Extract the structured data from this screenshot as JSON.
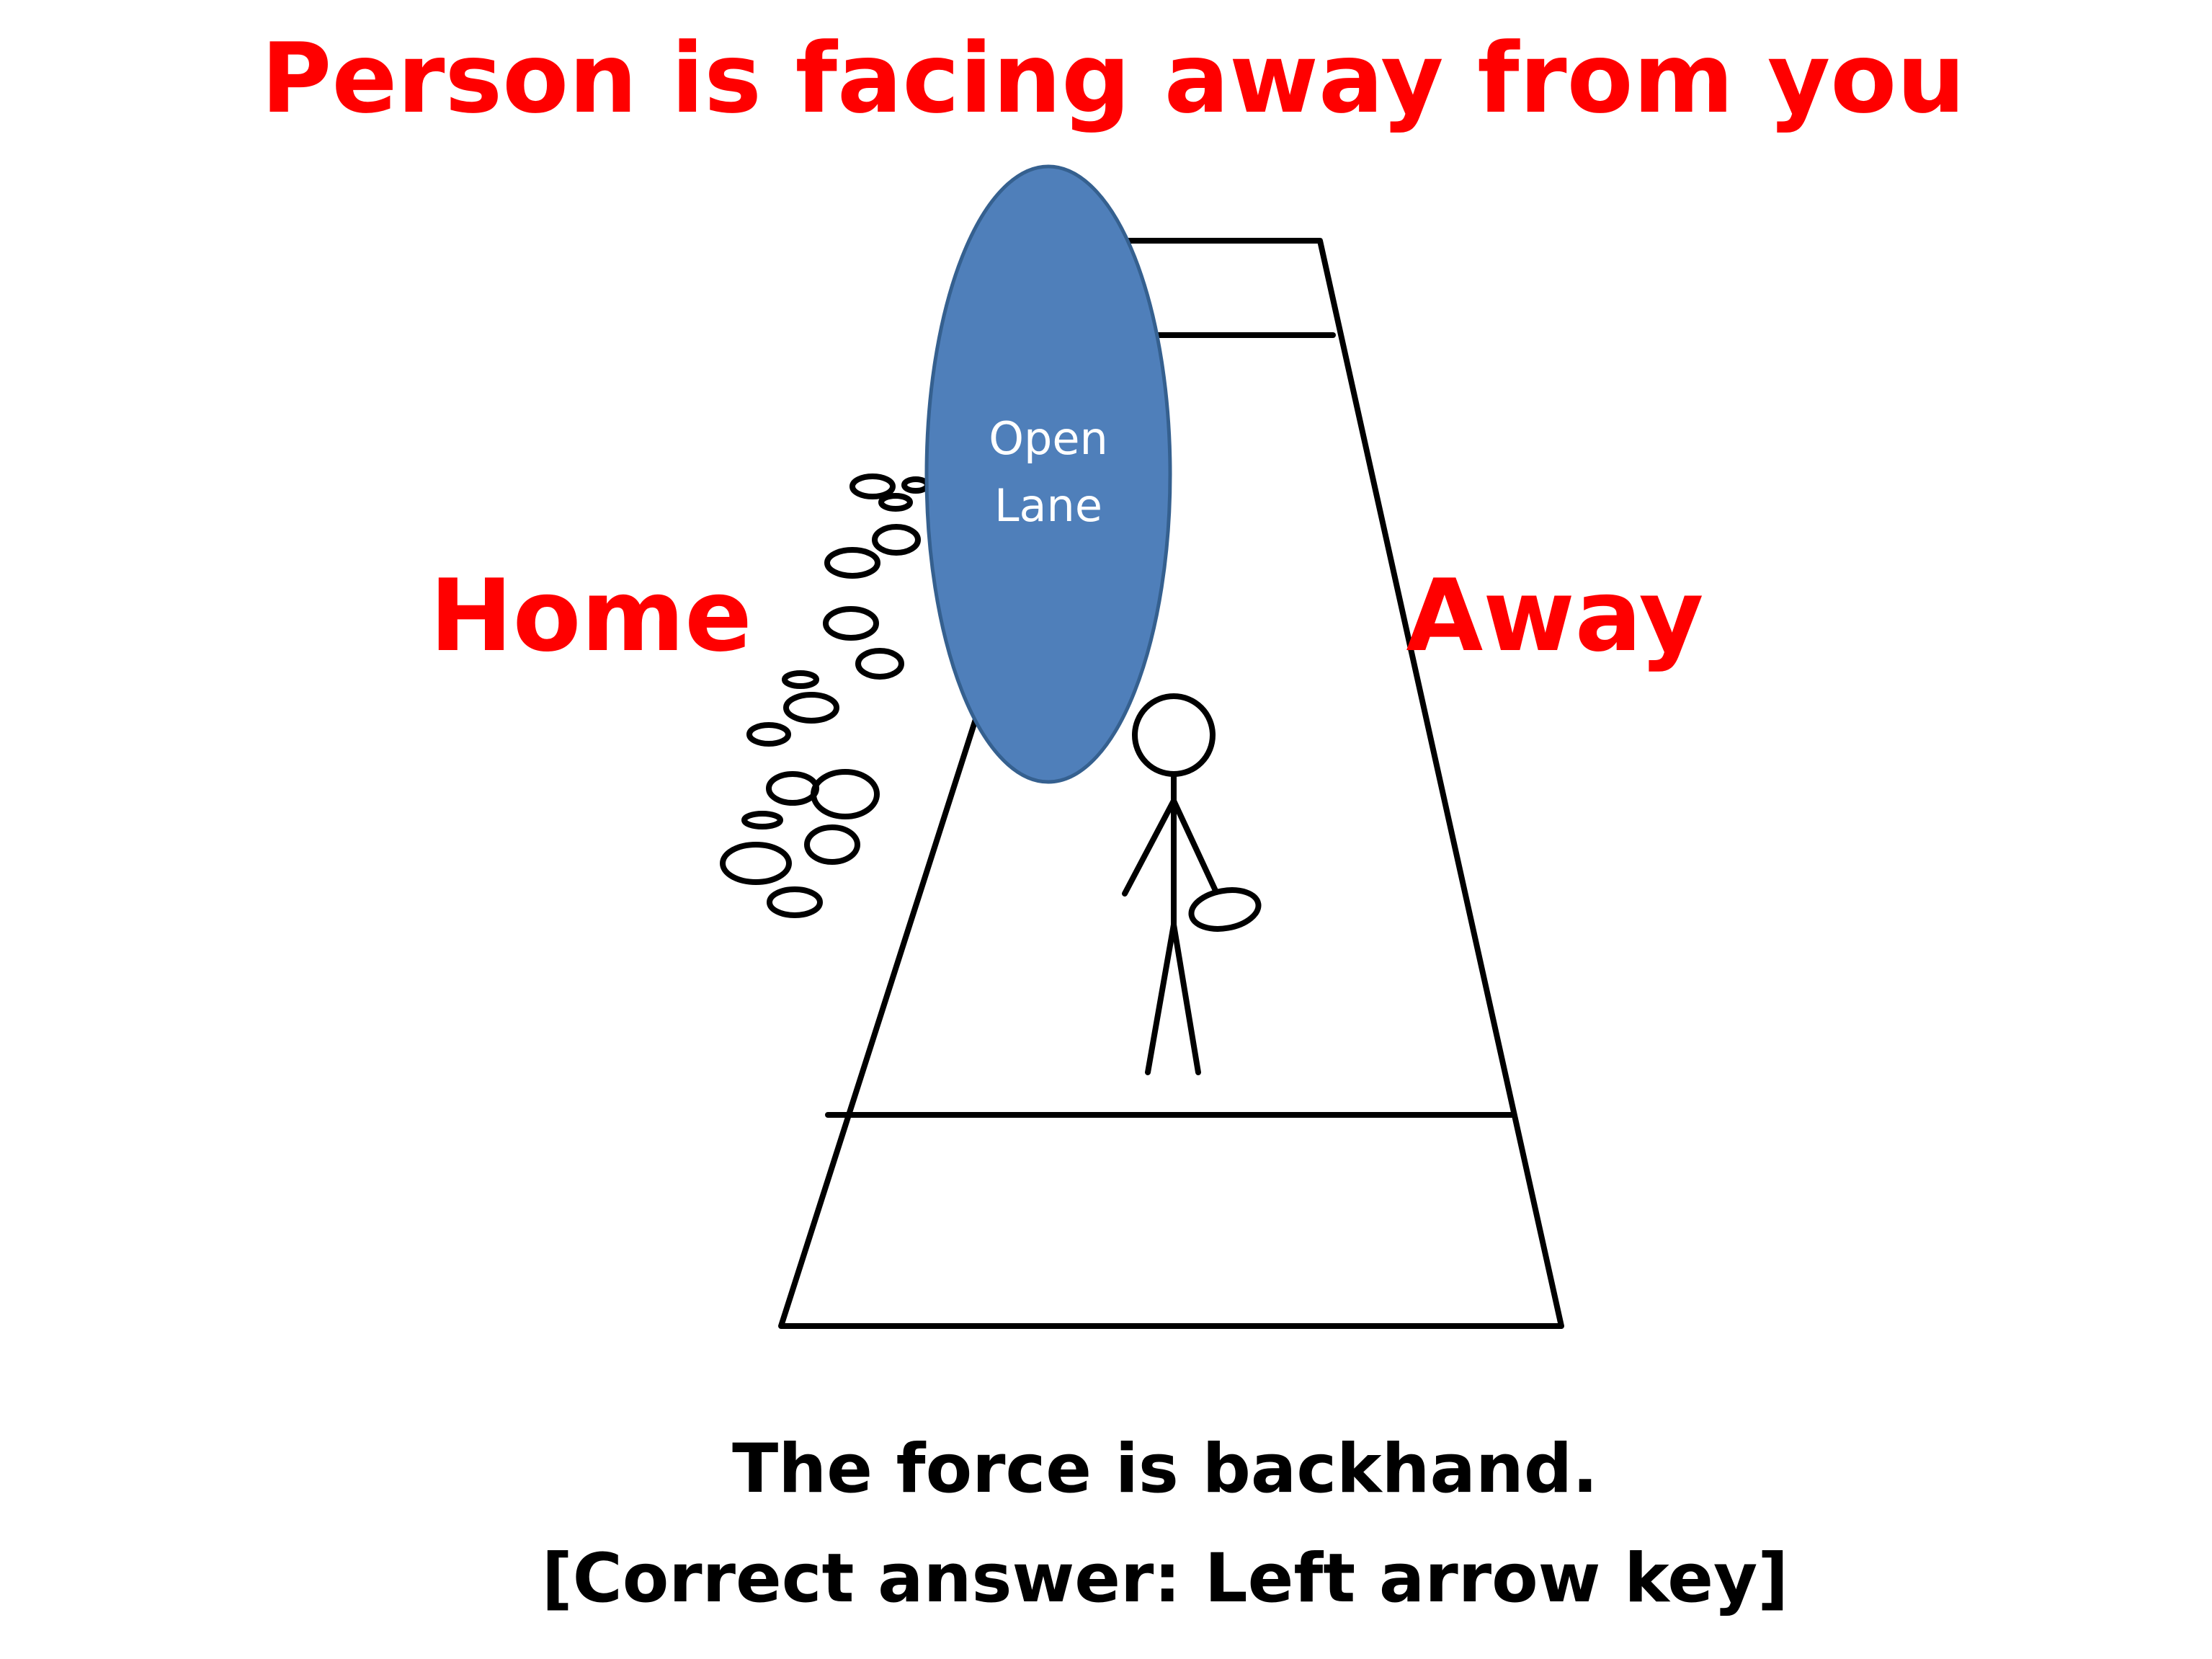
{
  "title": "Person is facing away from you",
  "labels": {
    "home": "Home",
    "away": "Away"
  },
  "lane": {
    "line1": "Open",
    "line2": "Lane"
  },
  "caption": {
    "line1": "The force is backhand.",
    "line2": "[Correct answer: Left arrow key]"
  },
  "colors": {
    "title_red": "#ff0000",
    "lane_fill": "#4f7fba",
    "lane_stroke": "#35608f",
    "ink": "#000000"
  }
}
